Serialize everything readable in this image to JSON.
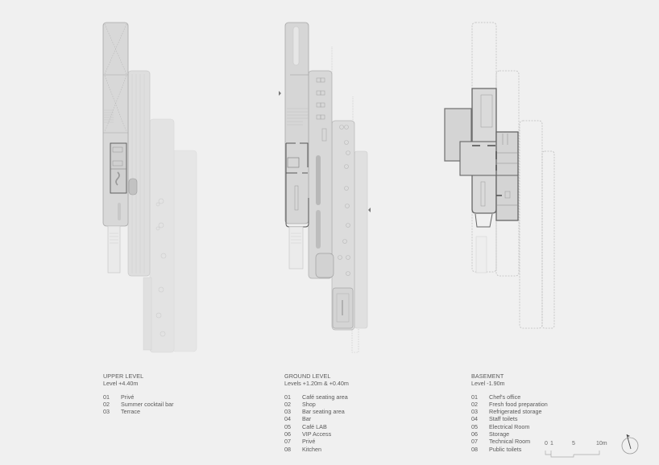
{
  "drawing": {
    "colors": {
      "background": "#f0f0f0",
      "solid_fill": "#d6d6d6",
      "faded_fill": "#e4e4e4",
      "wall": "#7a7a7a",
      "line": "#b5b5b5",
      "dashed": "#b8b8b8"
    }
  },
  "plans": [
    {
      "id": "upper",
      "title": "UPPER LEVEL",
      "level": "Level +4.40m",
      "items": [
        {
          "num": "01",
          "label": "Privé"
        },
        {
          "num": "02",
          "label": "Summer cocktail bar"
        },
        {
          "num": "03",
          "label": "Terrace"
        }
      ]
    },
    {
      "id": "ground",
      "title": "GROUND LEVEL",
      "level": "Levels +1.20m & +0.40m",
      "items": [
        {
          "num": "01",
          "label": "Café seating area"
        },
        {
          "num": "02",
          "label": "Shop"
        },
        {
          "num": "03",
          "label": "Bar seating area"
        },
        {
          "num": "04",
          "label": "Bar"
        },
        {
          "num": "05",
          "label": "Café LAB"
        },
        {
          "num": "06",
          "label": "VIP Access"
        },
        {
          "num": "07",
          "label": "Privé"
        },
        {
          "num": "08",
          "label": "Kitchen"
        }
      ]
    },
    {
      "id": "basement",
      "title": "BASEMENT",
      "level": "Level -1.90m",
      "items": [
        {
          "num": "01",
          "label": "Chef's office"
        },
        {
          "num": "02",
          "label": "Fresh food preparation"
        },
        {
          "num": "03",
          "label": "Refrigerated storage"
        },
        {
          "num": "04",
          "label": "Staff toilets"
        },
        {
          "num": "05",
          "label": "Electrical Room"
        },
        {
          "num": "06",
          "label": "Storage"
        },
        {
          "num": "07",
          "label": "Technical Room"
        },
        {
          "num": "08",
          "label": "Public toilets"
        }
      ]
    }
  ],
  "scale": {
    "labels": [
      "0",
      "1",
      "5",
      "10m"
    ]
  },
  "north_arrow": {
    "icon": "north-arrow-icon"
  }
}
